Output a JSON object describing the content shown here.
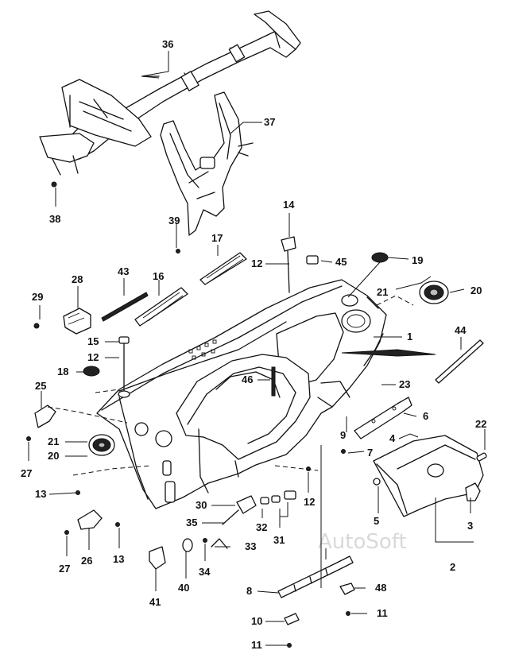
{
  "watermark": "AutoSoft",
  "callouts": [
    {
      "id": "c36",
      "text": "36"
    },
    {
      "id": "c37",
      "text": "37"
    },
    {
      "id": "c38",
      "text": "38"
    },
    {
      "id": "c39",
      "text": "39"
    },
    {
      "id": "c14",
      "text": "14"
    },
    {
      "id": "c17",
      "text": "17"
    },
    {
      "id": "c12a",
      "text": "12"
    },
    {
      "id": "c45",
      "text": "45"
    },
    {
      "id": "c19",
      "text": "19"
    },
    {
      "id": "c43",
      "text": "43"
    },
    {
      "id": "c16",
      "text": "16"
    },
    {
      "id": "c28",
      "text": "28"
    },
    {
      "id": "c29",
      "text": "29"
    },
    {
      "id": "c21a",
      "text": "21"
    },
    {
      "id": "c20a",
      "text": "20"
    },
    {
      "id": "c15",
      "text": "15"
    },
    {
      "id": "c12b",
      "text": "12"
    },
    {
      "id": "c1",
      "text": "1"
    },
    {
      "id": "c44",
      "text": "44"
    },
    {
      "id": "c18",
      "text": "18"
    },
    {
      "id": "c46",
      "text": "46"
    },
    {
      "id": "c23",
      "text": "23"
    },
    {
      "id": "c25",
      "text": "25"
    },
    {
      "id": "c6",
      "text": "6"
    },
    {
      "id": "c9",
      "text": "9"
    },
    {
      "id": "c4",
      "text": "4"
    },
    {
      "id": "c22",
      "text": "22"
    },
    {
      "id": "c21b",
      "text": "21"
    },
    {
      "id": "c20b",
      "text": "20"
    },
    {
      "id": "c7",
      "text": "7"
    },
    {
      "id": "c27a",
      "text": "27"
    },
    {
      "id": "c13a",
      "text": "13"
    },
    {
      "id": "c30",
      "text": "30"
    },
    {
      "id": "c12c",
      "text": "12"
    },
    {
      "id": "c35",
      "text": "35"
    },
    {
      "id": "c32",
      "text": "32"
    },
    {
      "id": "c31",
      "text": "31"
    },
    {
      "id": "c5",
      "text": "5"
    },
    {
      "id": "c3",
      "text": "3"
    },
    {
      "id": "c27b",
      "text": "27"
    },
    {
      "id": "c26",
      "text": "26"
    },
    {
      "id": "c13b",
      "text": "13"
    },
    {
      "id": "c33",
      "text": "33"
    },
    {
      "id": "c34",
      "text": "34"
    },
    {
      "id": "c2",
      "text": "2"
    },
    {
      "id": "c40",
      "text": "40"
    },
    {
      "id": "c41",
      "text": "41"
    },
    {
      "id": "c8",
      "text": "8"
    },
    {
      "id": "c48",
      "text": "48"
    },
    {
      "id": "c11a",
      "text": "11"
    },
    {
      "id": "c10",
      "text": "10"
    },
    {
      "id": "c11b",
      "text": "11"
    }
  ]
}
